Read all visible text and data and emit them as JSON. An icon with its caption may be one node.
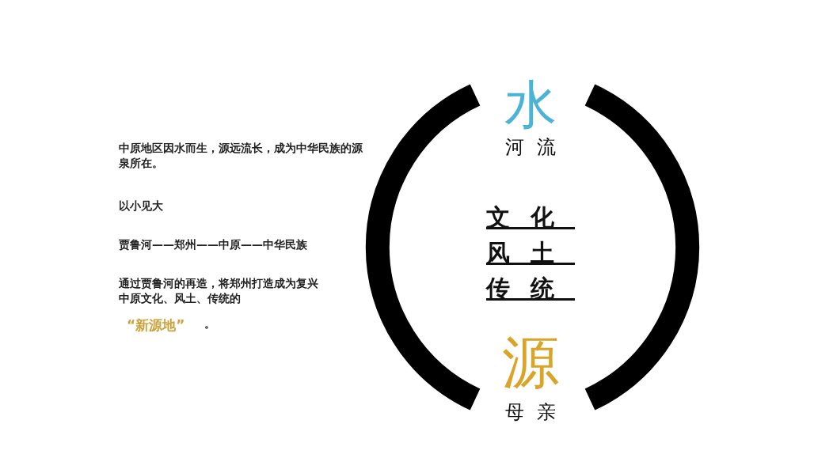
{
  "diagram": {
    "labels": [
      "中原地区因水而生，源远流长，成为中华民族的源泉所在。",
      "以小见大",
      "贾鲁河——郑州——中原——中华民族",
      "通过贾鲁河的再造，将郑州打造成为复兴中原文化、风土、传统的",
      "“新源地”",
      "。",
      "水",
      "河流",
      "文化",
      "风土",
      "传统",
      "源",
      "母亲"
    ]
  }
}
